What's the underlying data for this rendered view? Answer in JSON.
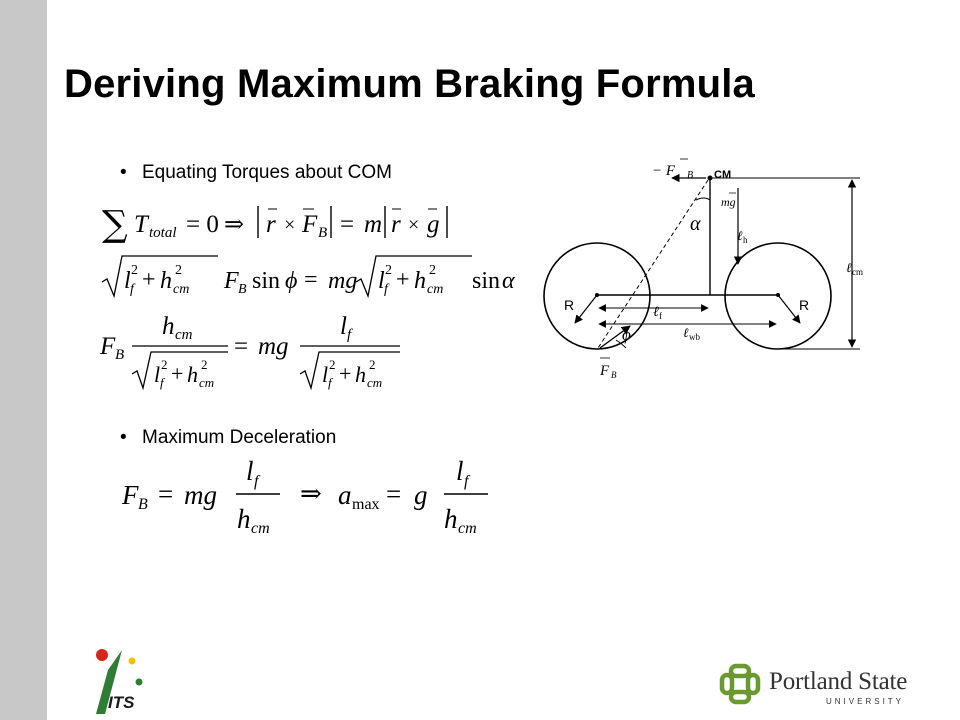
{
  "slide": {
    "title": "Deriving Maximum Braking Formula",
    "bullets": [
      {
        "text": "Equating Torques about COM"
      },
      {
        "text": "Maximum Deceleration"
      }
    ]
  },
  "diagram": {
    "labels": {
      "force_top": "− F",
      "force_top_sub": "B",
      "cm": "CM",
      "mg": "mg",
      "alpha": "α",
      "l_h": "ℓ",
      "l_h_sub": "h",
      "l_cm": "ℓ",
      "l_cm_sub": "cm",
      "r_left": "R",
      "r_right": "R",
      "l_f": "ℓ",
      "l_f_sub": "f",
      "phi": "ϕ",
      "l_wb": "ℓ",
      "l_wb_sub": "wb",
      "force_bottom": "F",
      "force_bottom_sub": "B"
    }
  },
  "logos": {
    "its": "ITS",
    "psu_name": "Portland State",
    "psu_sub": "UNIVERSITY"
  },
  "colors": {
    "sidebar": "#c8c8c8",
    "its_red": "#d9241c",
    "its_green": "#2e7d32",
    "its_yellow": "#f2c200",
    "psu_green": "#6a9a2f"
  }
}
